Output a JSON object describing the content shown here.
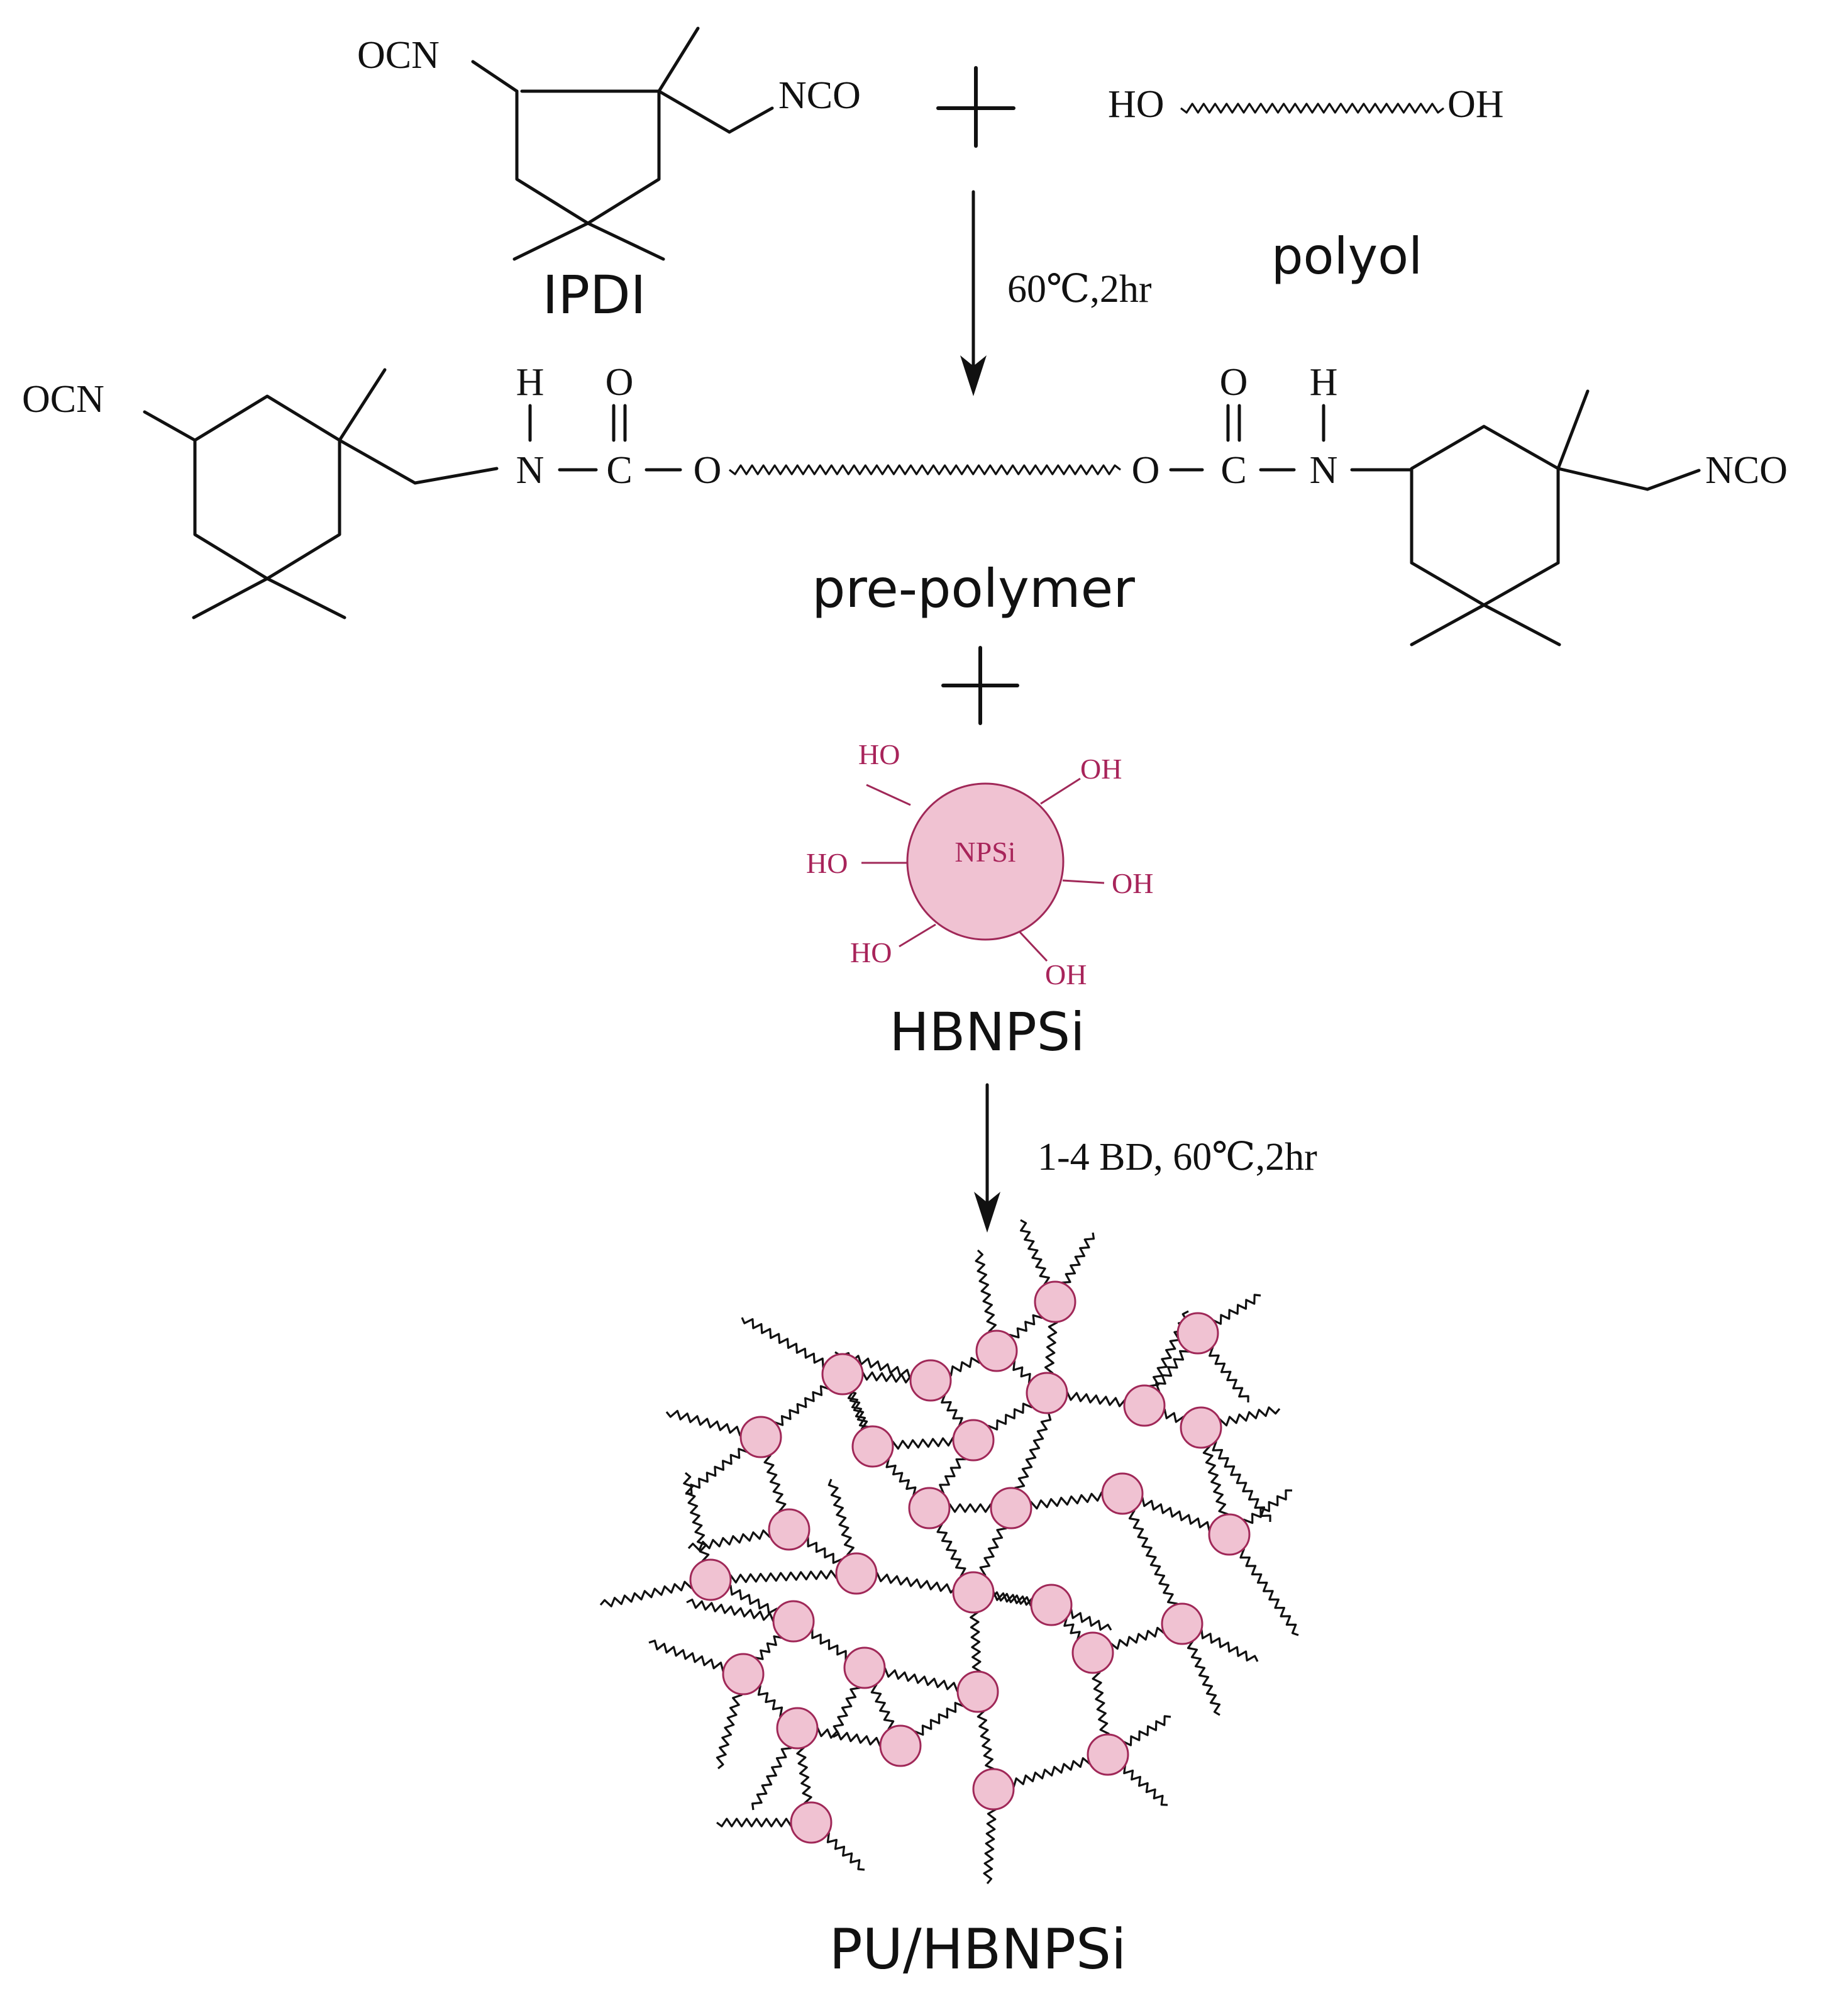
{
  "reactants": {
    "ipdi": {
      "name": "IPDI",
      "left_group": "OCN",
      "right_group": "NCO"
    },
    "plus": "+",
    "polyol": {
      "name": "polyol",
      "left_end": "HO",
      "right_end": "OH"
    }
  },
  "step1": {
    "conditions": "60℃,2hr"
  },
  "prepolymer": {
    "name": "pre-polymer",
    "left_group": "OCN",
    "right_group": "NCO",
    "atoms": {
      "H": "H",
      "N": "N",
      "C": "C",
      "O": "O"
    }
  },
  "plus2": "+",
  "hbnpsi": {
    "name": "HBNPSi",
    "core": "NPSi",
    "hydroxyl": "OH",
    "hydroxyl_left": "HO"
  },
  "step2": {
    "conditions": "1-4 BD, 60℃,2hr"
  },
  "product": {
    "name": "PU/HBNPSi"
  },
  "colors": {
    "ink": "#111111",
    "particle_fill": "#f0c2d2",
    "particle_stroke": "#a02858",
    "particle_text": "#a8245a"
  }
}
